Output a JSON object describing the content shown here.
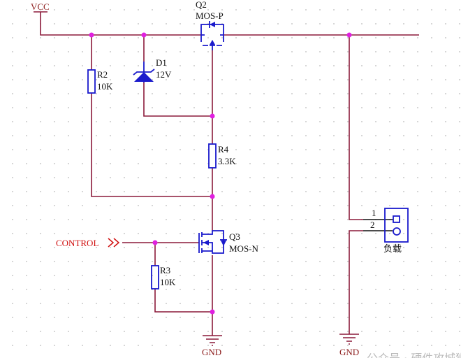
{
  "nets": {
    "vcc": "VCC",
    "gnd_left": "GND",
    "gnd_right": "GND",
    "control": "CONTROL"
  },
  "components": {
    "q2": {
      "ref": "Q2",
      "value": "MOS-P"
    },
    "d1": {
      "ref": "D1",
      "value": "12V"
    },
    "r2": {
      "ref": "R2",
      "value": "10K"
    },
    "r4": {
      "ref": "R4",
      "value": "3.3K"
    },
    "q3": {
      "ref": "Q3",
      "value": "MOS-N"
    },
    "r3": {
      "ref": "R3",
      "value": "10K"
    },
    "load": {
      "name": "负载",
      "pin1": "1",
      "pin2": "2"
    }
  },
  "watermark": "公众号 · 硬件攻城狮",
  "colors": {
    "wire": "#8b1a3a",
    "component": "#1a1acc",
    "junction": "#e020e0",
    "control": "#d01010"
  }
}
